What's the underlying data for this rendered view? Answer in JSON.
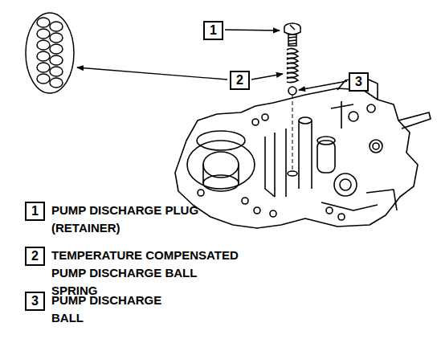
{
  "diagram": {
    "nodes": [
      {
        "text": [
          "1"
        ]
      },
      {
        "text": [
          "2"
        ]
      },
      {
        "text": [
          "3"
        ]
      },
      {
        "text": [
          "1"
        ]
      },
      {
        "text": [
          "2"
        ]
      },
      {
        "text": [
          "3"
        ]
      }
    ],
    "labels": [
      "PUMP DISCHARGE PLUG (RETAINER)",
      "TEMPERATURE COMPENSATED PUMP DISCHARGE BALL SPRING",
      "PUMP DISCHARGE BALL"
    ]
  }
}
